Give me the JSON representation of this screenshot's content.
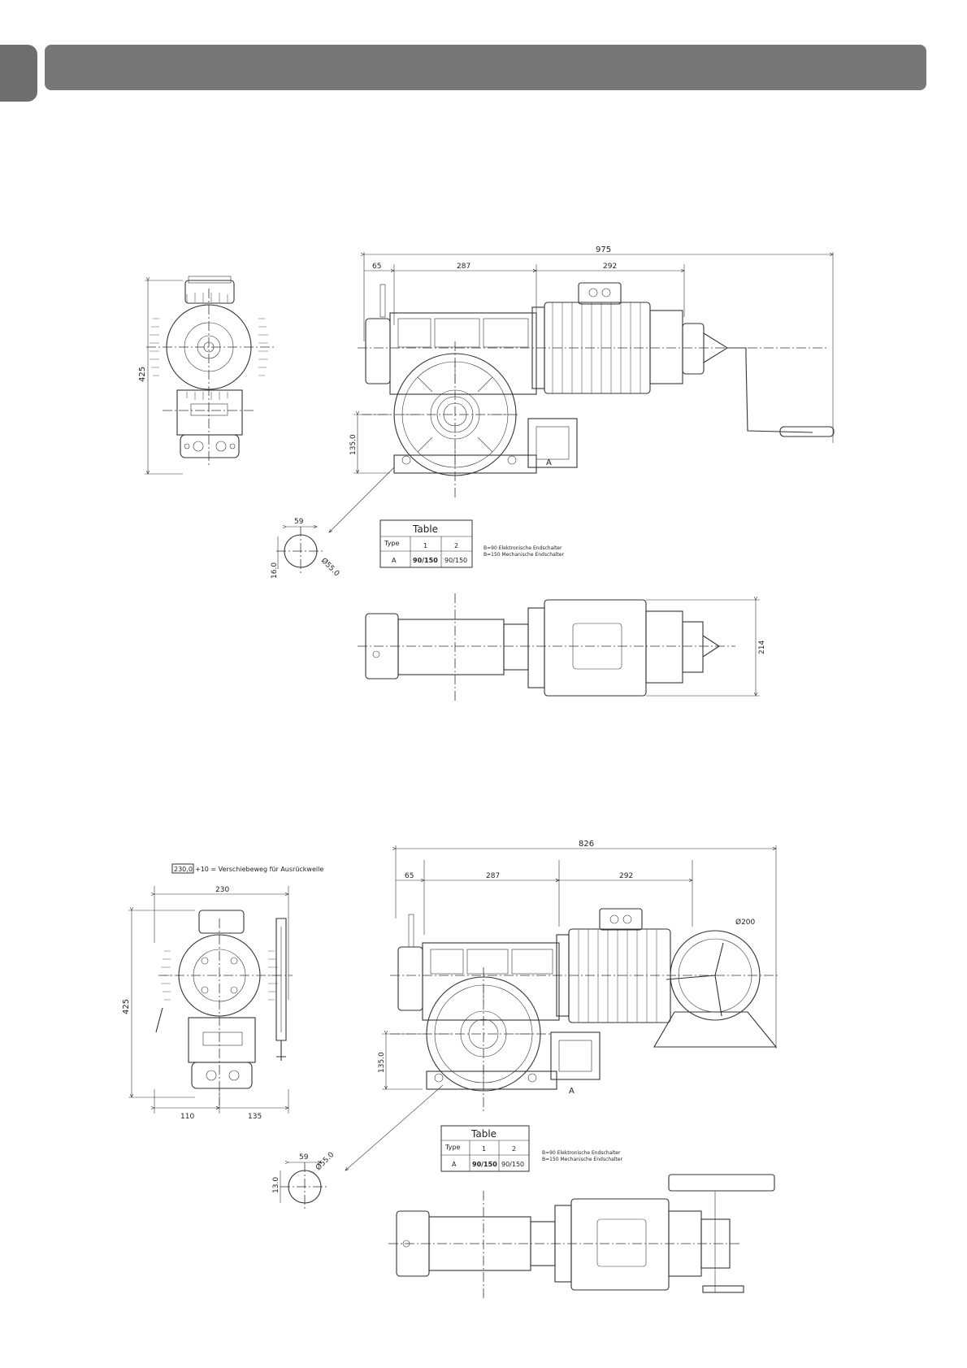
{
  "header": {
    "title": ""
  },
  "drawing1": {
    "dims": {
      "overall": "975",
      "d65": "65",
      "d287": "287",
      "d292": "292",
      "height425": "425",
      "height135": "135.0",
      "width214": "214"
    },
    "detail": {
      "d59": "59",
      "d16": "16.0",
      "dia": "Ø55.0"
    },
    "callout_a": "A",
    "table": {
      "title": "Table",
      "col_type": "Type",
      "col1": "1",
      "col2": "2",
      "row_label": "A",
      "val1": "90/150",
      "val2": "90/150"
    },
    "notes": [
      "B=90 Elektronische Endschalter",
      "B=150 Mechanische Endschalter"
    ]
  },
  "drawing2": {
    "shift_note_box": "230,0",
    "shift_note_text": "+10 = Verschiebeweg für Ausrückwelle",
    "dims": {
      "overall": "826",
      "d65": "65",
      "d287": "287",
      "d292": "292",
      "width230": "230",
      "height425": "425",
      "height135": "135.0",
      "w110": "110",
      "w135": "135",
      "wheel": "Ø200"
    },
    "detail": {
      "d59": "59",
      "d13": "13.0",
      "dia": "Ø55.0"
    },
    "callout_a": "A",
    "table": {
      "title": "Table",
      "col_type": "Type",
      "col1": "1",
      "col2": "2",
      "row_label": "A",
      "val1": "90/150",
      "val2": "90/150"
    },
    "notes": [
      "B=90 Elektronische Endschalter",
      "B=150 Mechanische Endschalter"
    ]
  }
}
